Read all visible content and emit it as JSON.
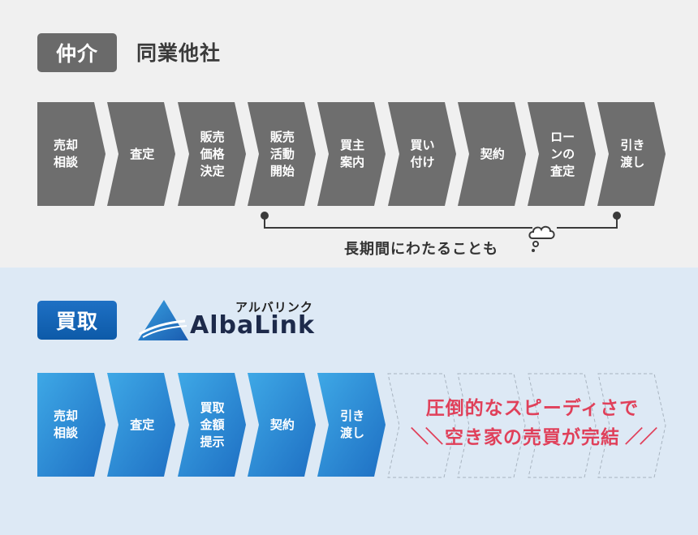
{
  "broker": {
    "tag": "仲介",
    "subject": "同業他社",
    "steps": [
      "売却\n相談",
      "査定",
      "販売\n価格\n決定",
      "販売\n活動\n開始",
      "買主\n案内",
      "買い\n付け",
      "契約",
      "ロー\nンの\n査定",
      "引き\n渡し"
    ],
    "note": "長期間にわたることも"
  },
  "purchase": {
    "tag": "買取",
    "logo_kana": "アルバリンク",
    "logo_text": "AlbaLink",
    "steps": [
      "売却\n相談",
      "査定",
      "買取\n金額\n提示",
      "契約",
      "引き\n渡し"
    ],
    "promo_line1": "圧倒的なスピーディさで",
    "promo_line2": "空き家の売買が完結"
  },
  "colors": {
    "top_bg": "#f0f0f0",
    "bottom_bg": "#dde9f5",
    "gray_step": "#6e6e6e",
    "blue_step_top": "#3ea8e6",
    "blue_step_bottom": "#1e6fc3",
    "promo": "#e0405a",
    "promo_gradient_end": "#f07a3a"
  }
}
